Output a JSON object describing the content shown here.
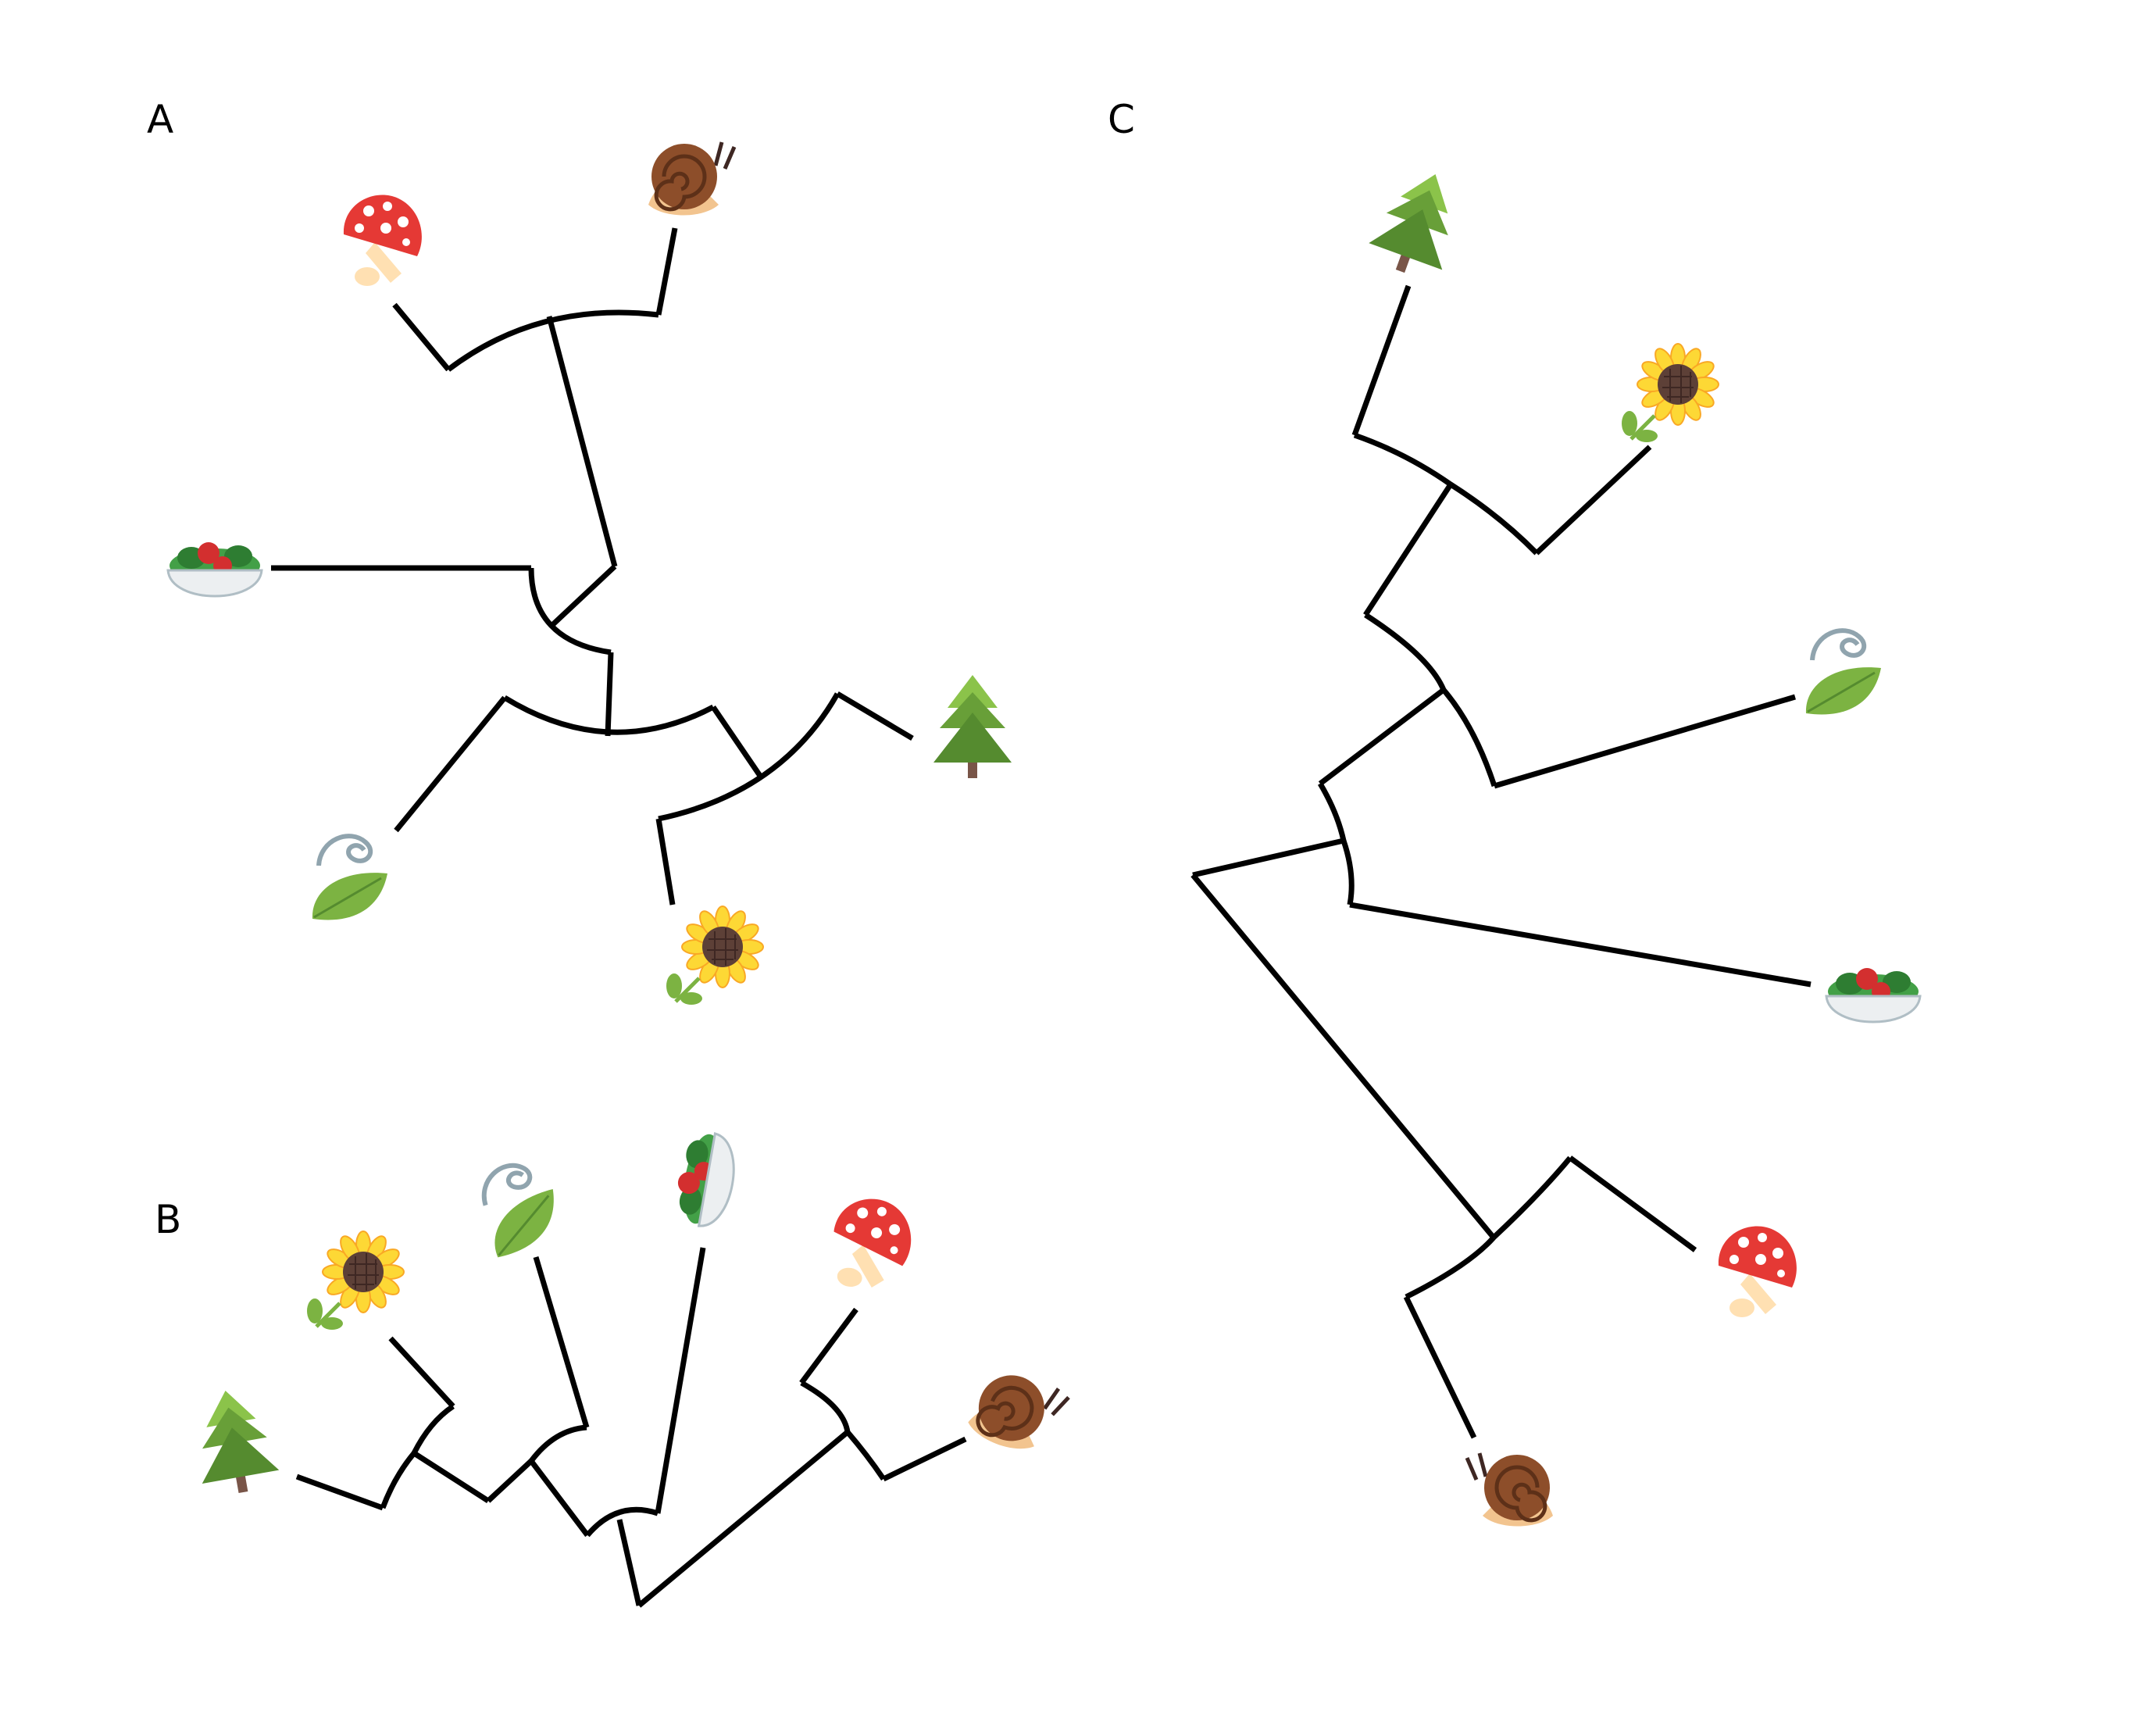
{
  "panels": [
    {
      "label": "A",
      "layout": "unrooted",
      "tips": [
        {
          "icon": "mushroom-icon"
        },
        {
          "icon": "snail-icon"
        },
        {
          "icon": "salad-icon"
        },
        {
          "icon": "leaf-in-wind-icon"
        },
        {
          "icon": "sunflower-icon"
        },
        {
          "icon": "evergreen-tree-icon"
        }
      ]
    },
    {
      "label": "B",
      "layout": "fan",
      "tips": [
        {
          "icon": "evergreen-tree-icon"
        },
        {
          "icon": "sunflower-icon"
        },
        {
          "icon": "leaf-in-wind-icon"
        },
        {
          "icon": "salad-icon"
        },
        {
          "icon": "mushroom-icon"
        },
        {
          "icon": "snail-icon"
        }
      ]
    },
    {
      "label": "C",
      "layout": "rooted",
      "tips": [
        {
          "icon": "evergreen-tree-icon"
        },
        {
          "icon": "sunflower-icon"
        },
        {
          "icon": "leaf-in-wind-icon"
        },
        {
          "icon": "salad-icon"
        },
        {
          "icon": "mushroom-icon"
        },
        {
          "icon": "snail-icon"
        }
      ]
    }
  ],
  "colors": {
    "branch": "#000000",
    "tree_light": "#7cb342",
    "tree_dark": "#4e8a2e",
    "trunk": "#795548",
    "mushroom_cap": "#e53935",
    "mushroom_stem": "#ffe0b2",
    "snail_shell": "#8d4e2a",
    "snail_body": "#f2c48f",
    "sunflower_petal": "#fdd835",
    "sunflower_center": "#5d4037",
    "leaf": "#7cb342",
    "wind": "#90a4ae",
    "bowl": "#e8edf0",
    "lettuce": "#43a047",
    "tomato": "#d32f2f"
  }
}
